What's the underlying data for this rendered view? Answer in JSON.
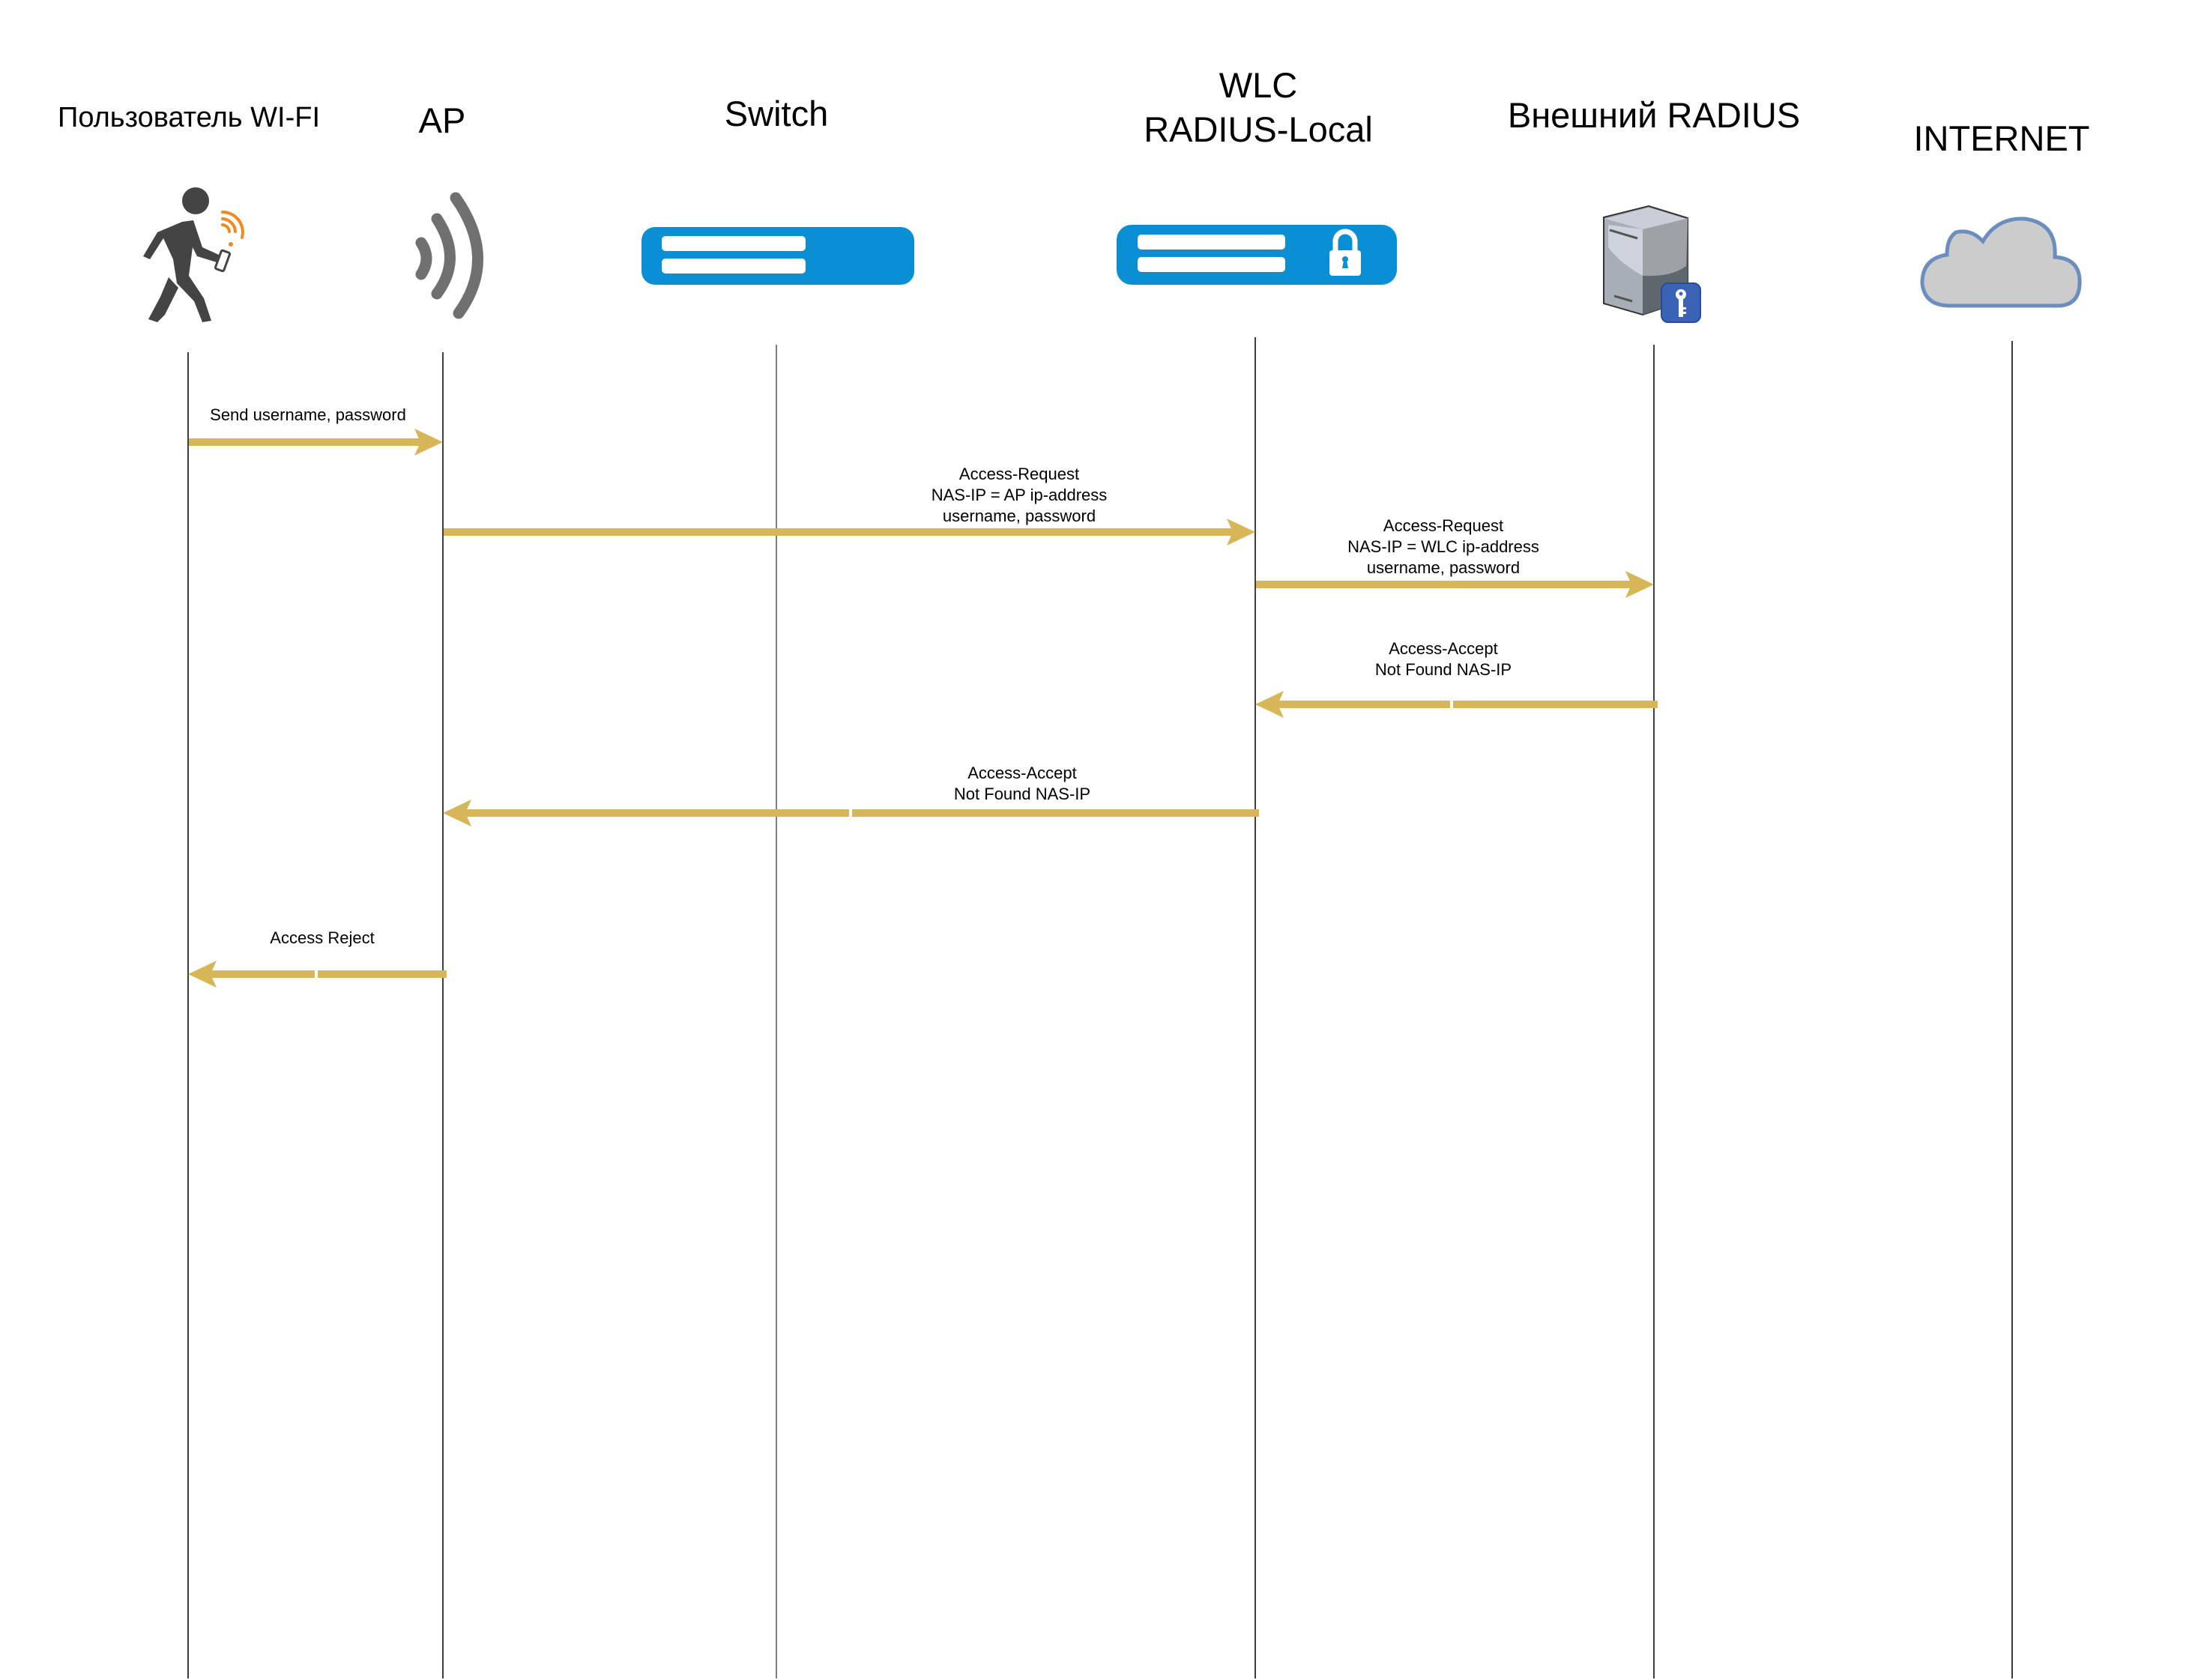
{
  "diagram": {
    "type": "sequence-diagram",
    "participants": [
      {
        "id": "user",
        "label": "Пользователь WI-FI",
        "icon": "walking-person-with-phone-wifi-icon"
      },
      {
        "id": "ap",
        "label": "AP",
        "icon": "wireless-signal-icon"
      },
      {
        "id": "switch",
        "label": "Switch",
        "icon": "network-switch-icon"
      },
      {
        "id": "wlc",
        "label_lines": [
          "WLC",
          "RADIUS-Local"
        ],
        "icon": "wlc-lock-appliance-icon"
      },
      {
        "id": "radius",
        "label": "Внешний RADIUS",
        "icon": "server-key-icon"
      },
      {
        "id": "internet",
        "label": "INTERNET",
        "icon": "cloud-icon"
      }
    ],
    "messages": [
      {
        "from": "user",
        "to": "ap",
        "lines": [
          "Send username, password"
        ]
      },
      {
        "from": "ap",
        "to": "wlc",
        "lines": [
          "Access-Request",
          "NAS-IP = AP ip-address",
          "username, password"
        ]
      },
      {
        "from": "wlc",
        "to": "radius",
        "lines": [
          "Access-Request",
          "NAS-IP = WLC ip-address",
          "username, password"
        ]
      },
      {
        "from": "radius",
        "to": "wlc",
        "lines": [
          "Access-Accept",
          "Not Found NAS-IP"
        ]
      },
      {
        "from": "wlc",
        "to": "ap",
        "lines": [
          "Access-Accept",
          "Not Found NAS-IP"
        ]
      },
      {
        "from": "ap",
        "to": "user",
        "lines": [
          "Access Reject"
        ]
      }
    ],
    "colors": {
      "arrow": "#D6B656",
      "device_blue": "#0A8FD5",
      "wifi_orange": "#F08A1C",
      "person": "#444444",
      "signal_grey": "#707070",
      "cloud_fill": "#CCCCCC",
      "cloud_stroke": "#6C8EBF",
      "key_badge": "#3A63B5"
    }
  }
}
